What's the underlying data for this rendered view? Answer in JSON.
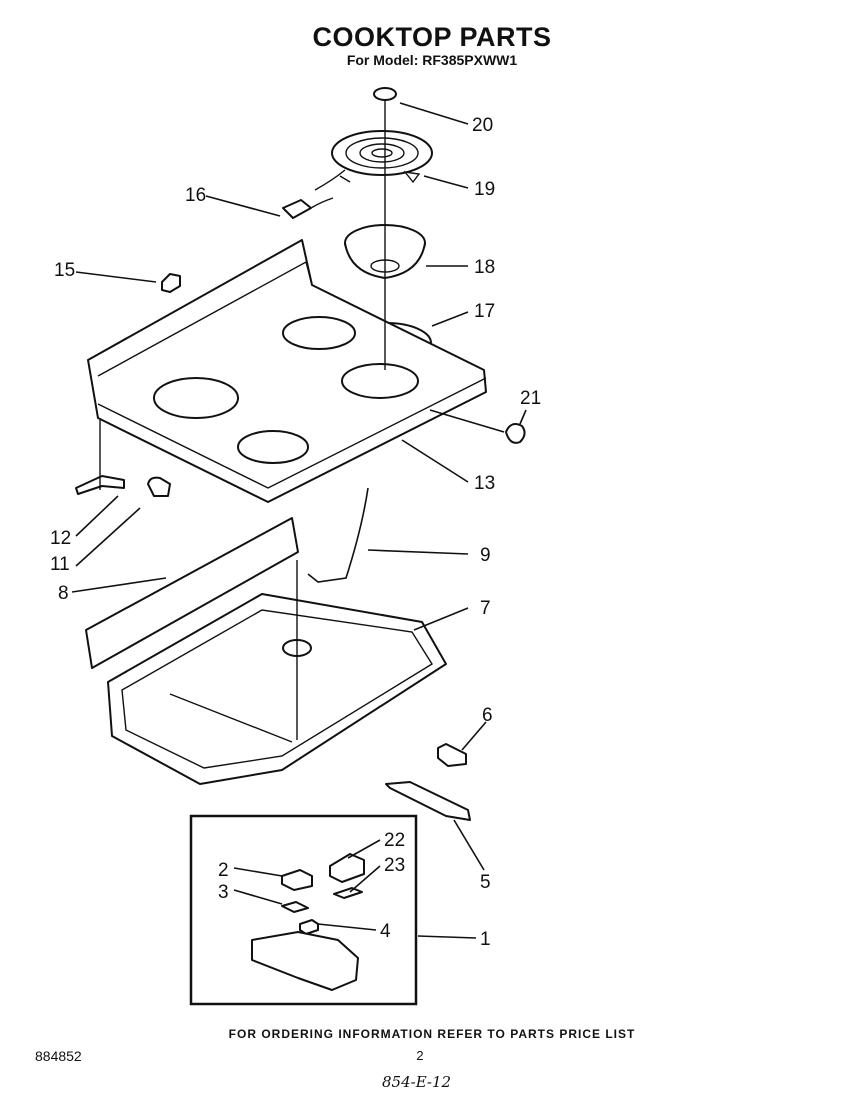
{
  "header": {
    "title": "COOKTOP PARTS",
    "subtitle": "For Model: RF385PXWW1"
  },
  "callouts": {
    "c1": "1",
    "c2": "2",
    "c3": "3",
    "c4": "4",
    "c5": "5",
    "c6": "6",
    "c7": "7",
    "c8": "8",
    "c9": "9",
    "c11": "11",
    "c12": "12",
    "c13": "13",
    "c15": "15",
    "c16": "16",
    "c17": "17",
    "c18": "18",
    "c19": "19",
    "c20": "20",
    "c21": "21",
    "c22": "22",
    "c23": "23"
  },
  "footer": {
    "ordering_note": "FOR ORDERING INFORMATION REFER TO PARTS PRICE LIST",
    "doc_number": "884852",
    "page_number": "2",
    "handwritten_note": "854-E-12"
  }
}
